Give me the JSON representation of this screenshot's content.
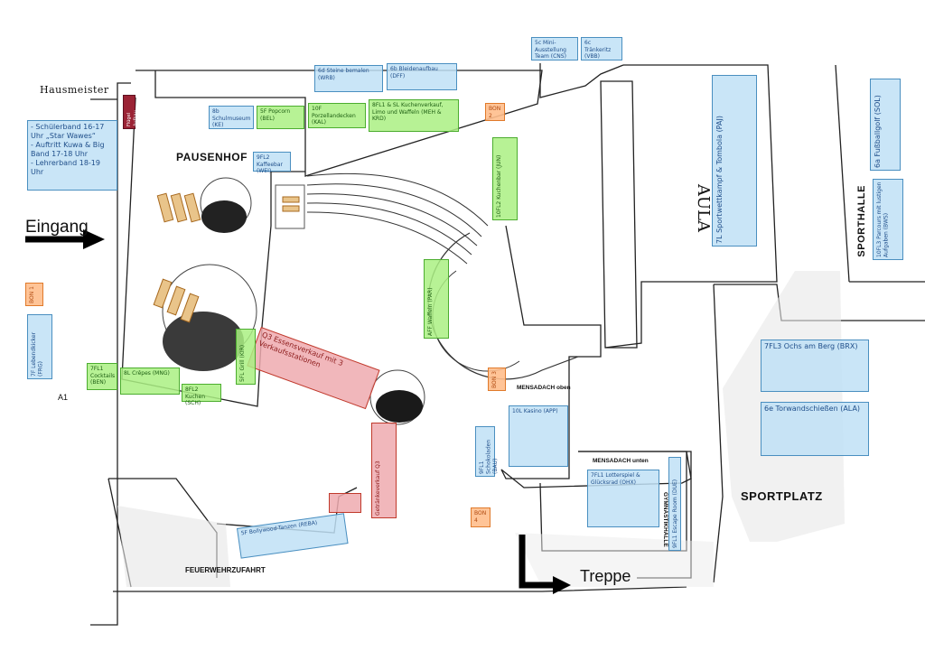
{
  "labels": {
    "hausmeister": "Hausmeister",
    "pausenhof": "PAUSENHOF",
    "eingang": "Eingang",
    "aula": "AULA",
    "sporthalle": "SPORTHALLE",
    "sportplatz": "SPORTPLATZ",
    "treppe": "Treppe",
    "feuerwehrzufahrt": "FEUERWEHRZUFAHRT",
    "mensadach_oben": "MENSADACH oben",
    "mensadach_unten": "MENSADACH unten",
    "gymnastikhalle": "GYMNASTIKHALLE",
    "a1": "A1"
  },
  "stations": [
    {
      "key": "sc",
      "color": "blue",
      "text": "5c Mini-Ausstellung Team (CNS)"
    },
    {
      "key": "6c",
      "color": "blue",
      "text": "6c Tränkeritz (VBB)"
    },
    {
      "key": "6d",
      "color": "blue",
      "text": "6d Steine bemalen (WRB)"
    },
    {
      "key": "6b",
      "color": "blue",
      "text": "6b Bleidenaufbau (DFF)"
    },
    {
      "key": "fluegel",
      "color": "maroon",
      "text": "Flügel Aufbau"
    },
    {
      "key": "band",
      "color": "blue",
      "text": "- Schülerband 16-17 Uhr „Star Wawes“\n- Auftritt Kuwa & Big Band 17-18 Uhr\n- Lehrerband 18-19 Uhr"
    },
    {
      "key": "8b",
      "color": "blue",
      "text": "8b Schulmuseum (KE)"
    },
    {
      "key": "5f",
      "color": "green",
      "text": "5F Popcorn (BEL)"
    },
    {
      "key": "10f",
      "color": "green",
      "text": "10F Porzellandecken (KAL)"
    },
    {
      "key": "8fl",
      "color": "green",
      "text": "8FL1 & SL Kuchenverkauf, Limo und Waffeln (MEH & KRD)"
    },
    {
      "key": "bon2",
      "color": "orange",
      "text": "BON 2"
    },
    {
      "key": "9fl2",
      "color": "blue",
      "text": "9FL2 Kaffeebar (WEI)"
    },
    {
      "key": "10fl2",
      "color": "green",
      "text": "10FL2 Kuchenbar (JUN)"
    },
    {
      "key": "7l",
      "color": "blue",
      "text": "7L Sportwettkampf & Tombola (PAJ)"
    },
    {
      "key": "6a",
      "color": "blue",
      "text": "6a Fußballgolf (SOL)"
    },
    {
      "key": "10fl3",
      "color": "blue",
      "text": "10FL3 Parcours mit lustigen Aufgaben (BWS)"
    },
    {
      "key": "bon1",
      "color": "orange",
      "text": "BON 1"
    },
    {
      "key": "7f",
      "color": "blue",
      "text": "7F Lebendkicker (FRG)"
    },
    {
      "key": "afflie",
      "color": "green",
      "text": "AFF Waffeln (PAR)"
    },
    {
      "key": "q3",
      "color": "red",
      "text": "Q3 Essensverkauf mit 3 Verkaufsstationen"
    },
    {
      "key": "7fl1",
      "color": "green",
      "text": "7FL1 Cocktails (BEN)"
    },
    {
      "key": "8l",
      "color": "green",
      "text": "8L Crêpes (MNG)"
    },
    {
      "key": "8fl2",
      "color": "green",
      "text": "8FL2 Kuchen (SCH)"
    },
    {
      "key": "5x",
      "color": "green",
      "text": "5FL Grill (KIR)"
    },
    {
      "key": "bon3",
      "color": "orange",
      "text": "BON 3"
    },
    {
      "key": "7fl3",
      "color": "blue",
      "text": "7FL3 Ochs am Berg (BRX)"
    },
    {
      "key": "6e",
      "color": "blue",
      "text": "6e Torwandschießen (ALA)"
    },
    {
      "key": "10l",
      "color": "blue",
      "text": "10L Kasino (APP)"
    },
    {
      "key": "9fl1",
      "color": "blue",
      "text": "9FL1 Schokoladen (BAU)"
    },
    {
      "key": "q3b",
      "color": "red",
      "text": "Getränkeverkauf Q3"
    },
    {
      "key": "7fl1b",
      "color": "blue",
      "text": "7FL1 Lotterspiel & Glücksrad (OHX)"
    },
    {
      "key": "9fl",
      "color": "blue",
      "text": "9FL1 Escape Room (DUE)"
    },
    {
      "key": "bon4",
      "color": "orange",
      "text": "BON 4"
    },
    {
      "key": "5f2",
      "color": "blue",
      "text": "5F Bollywood-Tanzen (REBA)"
    }
  ]
}
